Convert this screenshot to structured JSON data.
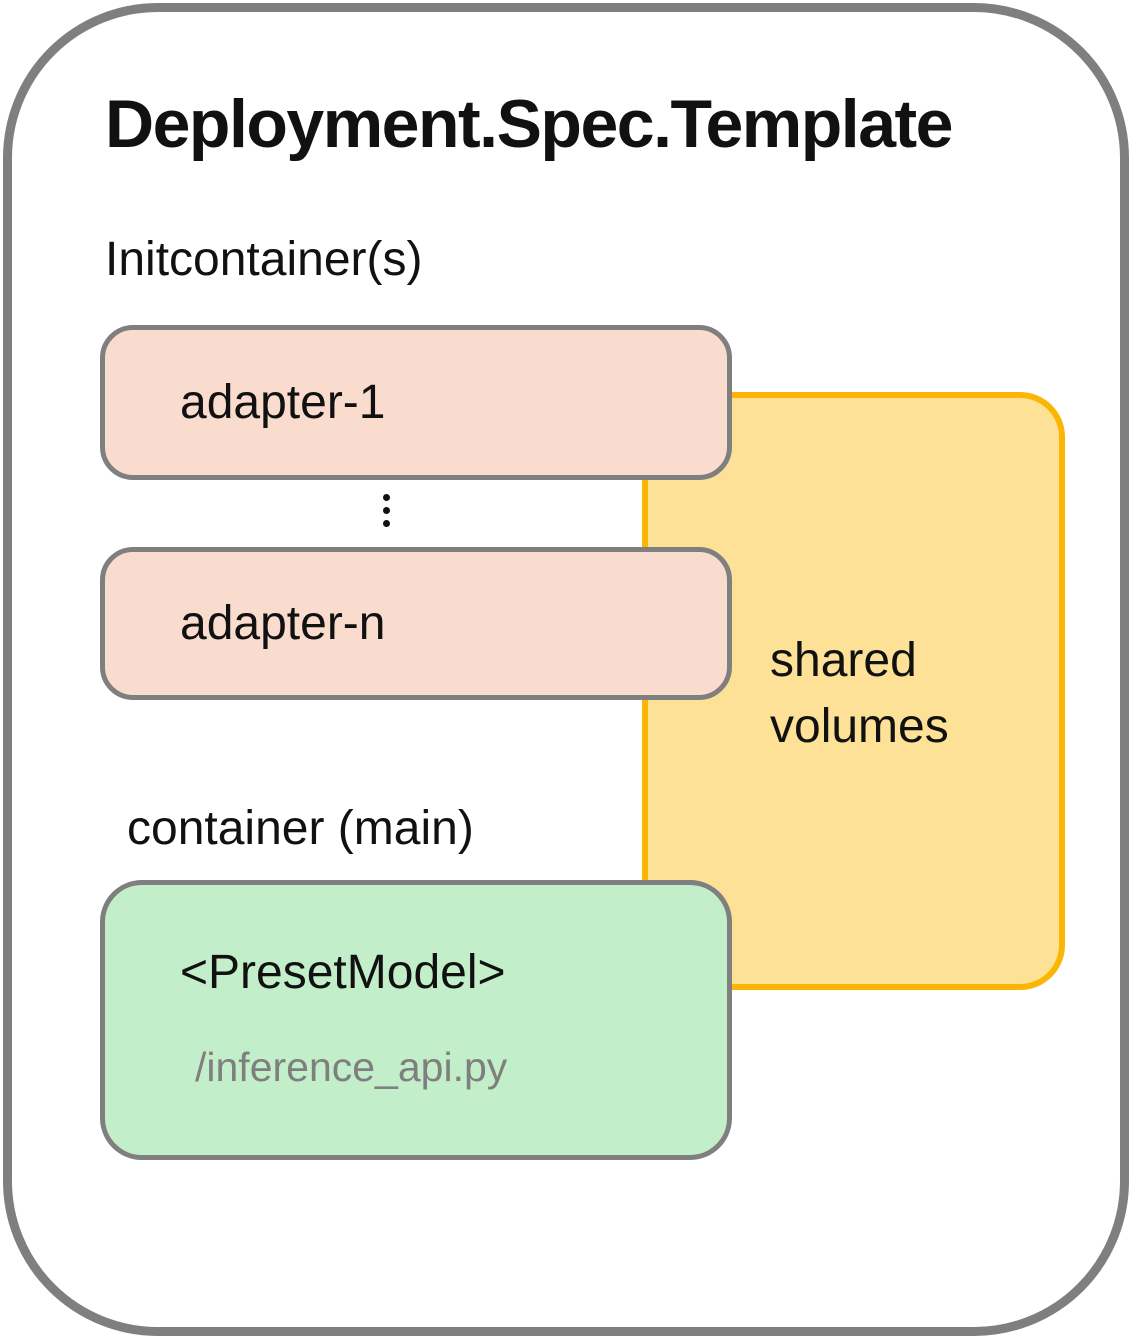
{
  "diagram": {
    "title": "Deployment.Spec.Template",
    "init_section": {
      "label": "Initcontainer(s)",
      "adapters": [
        {
          "label": "adapter-1"
        },
        {
          "label": "adapter-n"
        }
      ]
    },
    "shared_volumes": {
      "label": "shared volumes"
    },
    "main_section": {
      "label": "container (main)",
      "container": {
        "name": "<PresetModel>",
        "entrypoint": "/inference_api.py"
      }
    },
    "icons": {
      "vertical_ellipsis": "⋮"
    },
    "colors": {
      "frame_border": "#7f7f7f",
      "adapter_fill": "#fadccf",
      "adapter_border": "#7f7f7f",
      "shared_fill": "#fde196",
      "shared_border": "#fbb605",
      "main_fill": "#c2efc9",
      "main_border": "#7f7f7f",
      "entrypoint_text": "#7f7f7f"
    }
  }
}
